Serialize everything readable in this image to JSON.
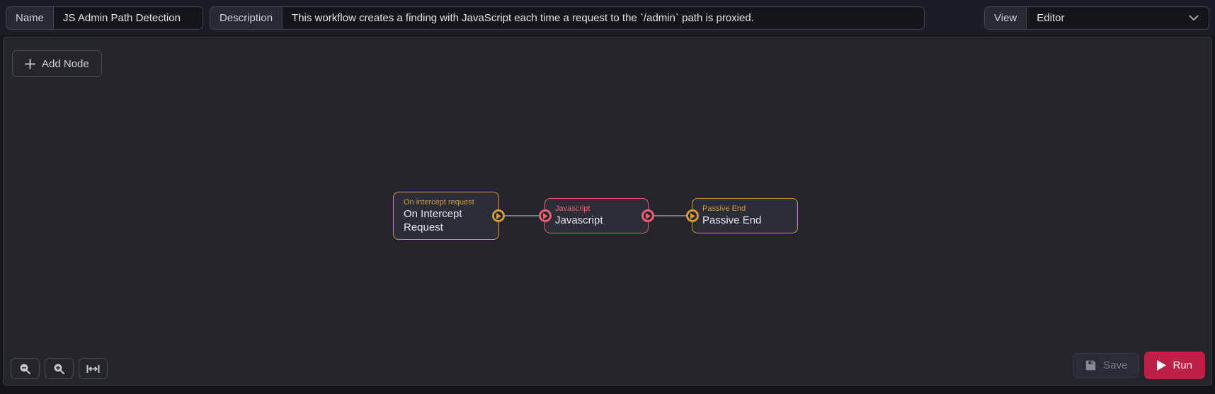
{
  "header": {
    "name_label": "Name",
    "name_value": "JS Admin Path Detection",
    "description_label": "Description",
    "description_value": "This workflow creates a finding with JavaScript each time a request to the `/admin` path is proxied.",
    "view_label": "View",
    "view_value": "Editor"
  },
  "toolbar": {
    "add_node_label": "Add Node"
  },
  "nodes": [
    {
      "type_label": "On intercept request",
      "title": "On Intercept Request",
      "color": "#d49a3d",
      "has_input": false,
      "has_output": true
    },
    {
      "type_label": "Javascript",
      "title": "Javascript",
      "color": "#ee5f72",
      "has_input": true,
      "has_output": true
    },
    {
      "type_label": "Passive End",
      "title": "Passive End",
      "color": "#d49a3d",
      "has_input": true,
      "has_output": false
    }
  ],
  "footer": {
    "save_label": "Save",
    "run_label": "Run"
  },
  "icons": {
    "add_node": "plus",
    "view_dropdown": "chevron-down",
    "zoom_out": "magnifier-minus",
    "zoom_in": "magnifier-plus",
    "fit_view": "fit-width",
    "save": "floppy-disk",
    "run": "play-triangle",
    "port": "play-triangle"
  },
  "colors": {
    "accent_amber": "#d49a3d",
    "accent_red": "#ee5f72",
    "run_button_bg": "#bb2146",
    "edge": "#7a7f87",
    "canvas_bg": "#24262c",
    "node_bg": "#2b2e36"
  }
}
